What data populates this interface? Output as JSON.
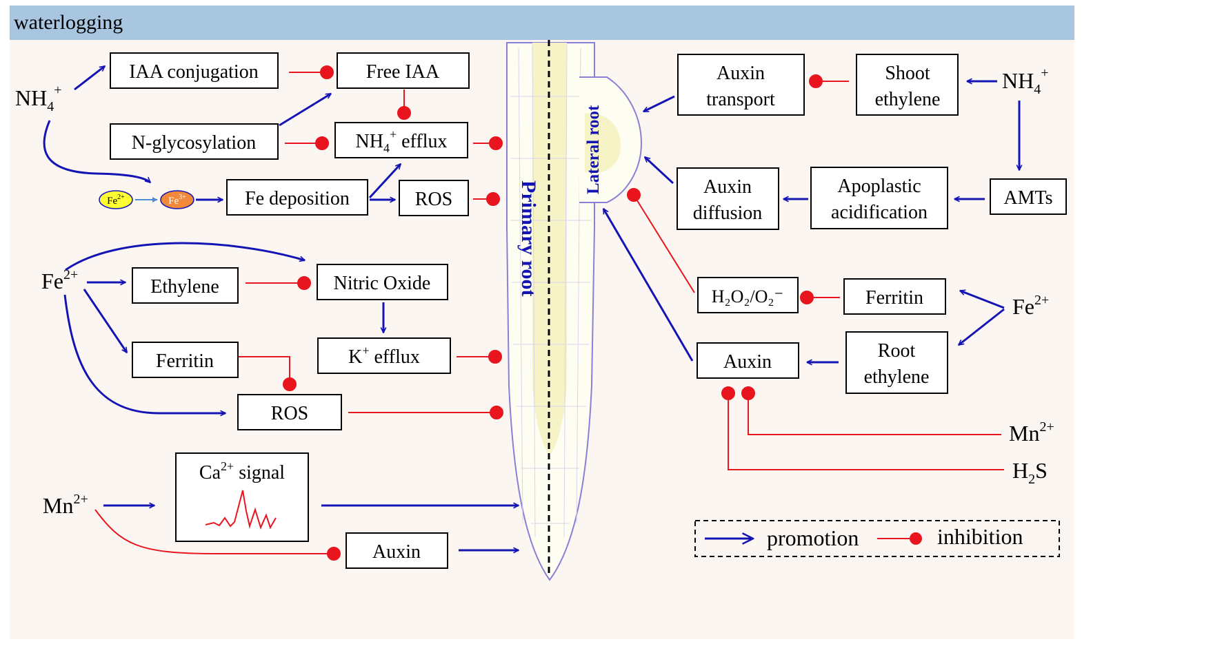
{
  "header": {
    "title": "waterlogging"
  },
  "colors": {
    "promotion": "#1414b4",
    "inhibition": "#e8141e",
    "header_bar": "#a9c6e1",
    "panel_bg": "#fbf6f2",
    "fe2_fill": "#ffff33",
    "fe3_fill": "#f08a3a"
  },
  "left": {
    "nh4_source": {
      "base": "NH",
      "sub": "4",
      "sup": "+"
    },
    "iaa_conjugation": "IAA conjugation",
    "free_iaa": "Free IAA",
    "n_glycosylation": "N-glycosylation",
    "nh4_efflux": {
      "base": "NH",
      "sub": "4",
      "sup": "+",
      "rest": " efflux"
    },
    "fe2_chip": {
      "base": "Fe",
      "sup": "2+"
    },
    "fe3_chip": {
      "base": "Fe",
      "sup": "3+"
    },
    "fe_deposition": "Fe deposition",
    "ros_top": "ROS",
    "fe2_source": {
      "base": "Fe",
      "sup": "2+"
    },
    "ethylene": "Ethylene",
    "nitric_oxide": "Nitric Oxide",
    "k_efflux": {
      "base": "K",
      "sup": "+",
      "rest": " efflux"
    },
    "ferritin": "Ferritin",
    "ros_bottom": "ROS",
    "mn_source": {
      "base": "Mn",
      "sup": "2+"
    },
    "ca_signal": {
      "base": "Ca",
      "sup": "2+",
      "rest": " signal"
    },
    "auxin": "Auxin"
  },
  "root": {
    "primary_root": "Primary root",
    "lateral_root": "Lateral root"
  },
  "right": {
    "auxin_transport": [
      "Auxin",
      "transport"
    ],
    "shoot_ethylene": [
      "Shoot",
      "ethylene"
    ],
    "nh4_source": {
      "base": "NH",
      "sub": "4",
      "sup": "+"
    },
    "amts": "AMTs",
    "apoplastic_acidification": [
      "Apoplastic",
      "acidification"
    ],
    "auxin_diffusion": [
      "Auxin",
      "diffusion"
    ],
    "h2o2_o2": "H₂O₂/O₂⁻",
    "ferritin": "Ferritin",
    "fe2_source": {
      "base": "Fe",
      "sup": "2+"
    },
    "auxin": "Auxin",
    "root_ethylene": [
      "Root",
      "ethylene"
    ],
    "mn_source": {
      "base": "Mn",
      "sup": "2+"
    },
    "h2s": {
      "base": "H",
      "sub": "2",
      "rest": "S"
    }
  },
  "legend": {
    "promotion": "promotion",
    "inhibition": "inhibition"
  }
}
